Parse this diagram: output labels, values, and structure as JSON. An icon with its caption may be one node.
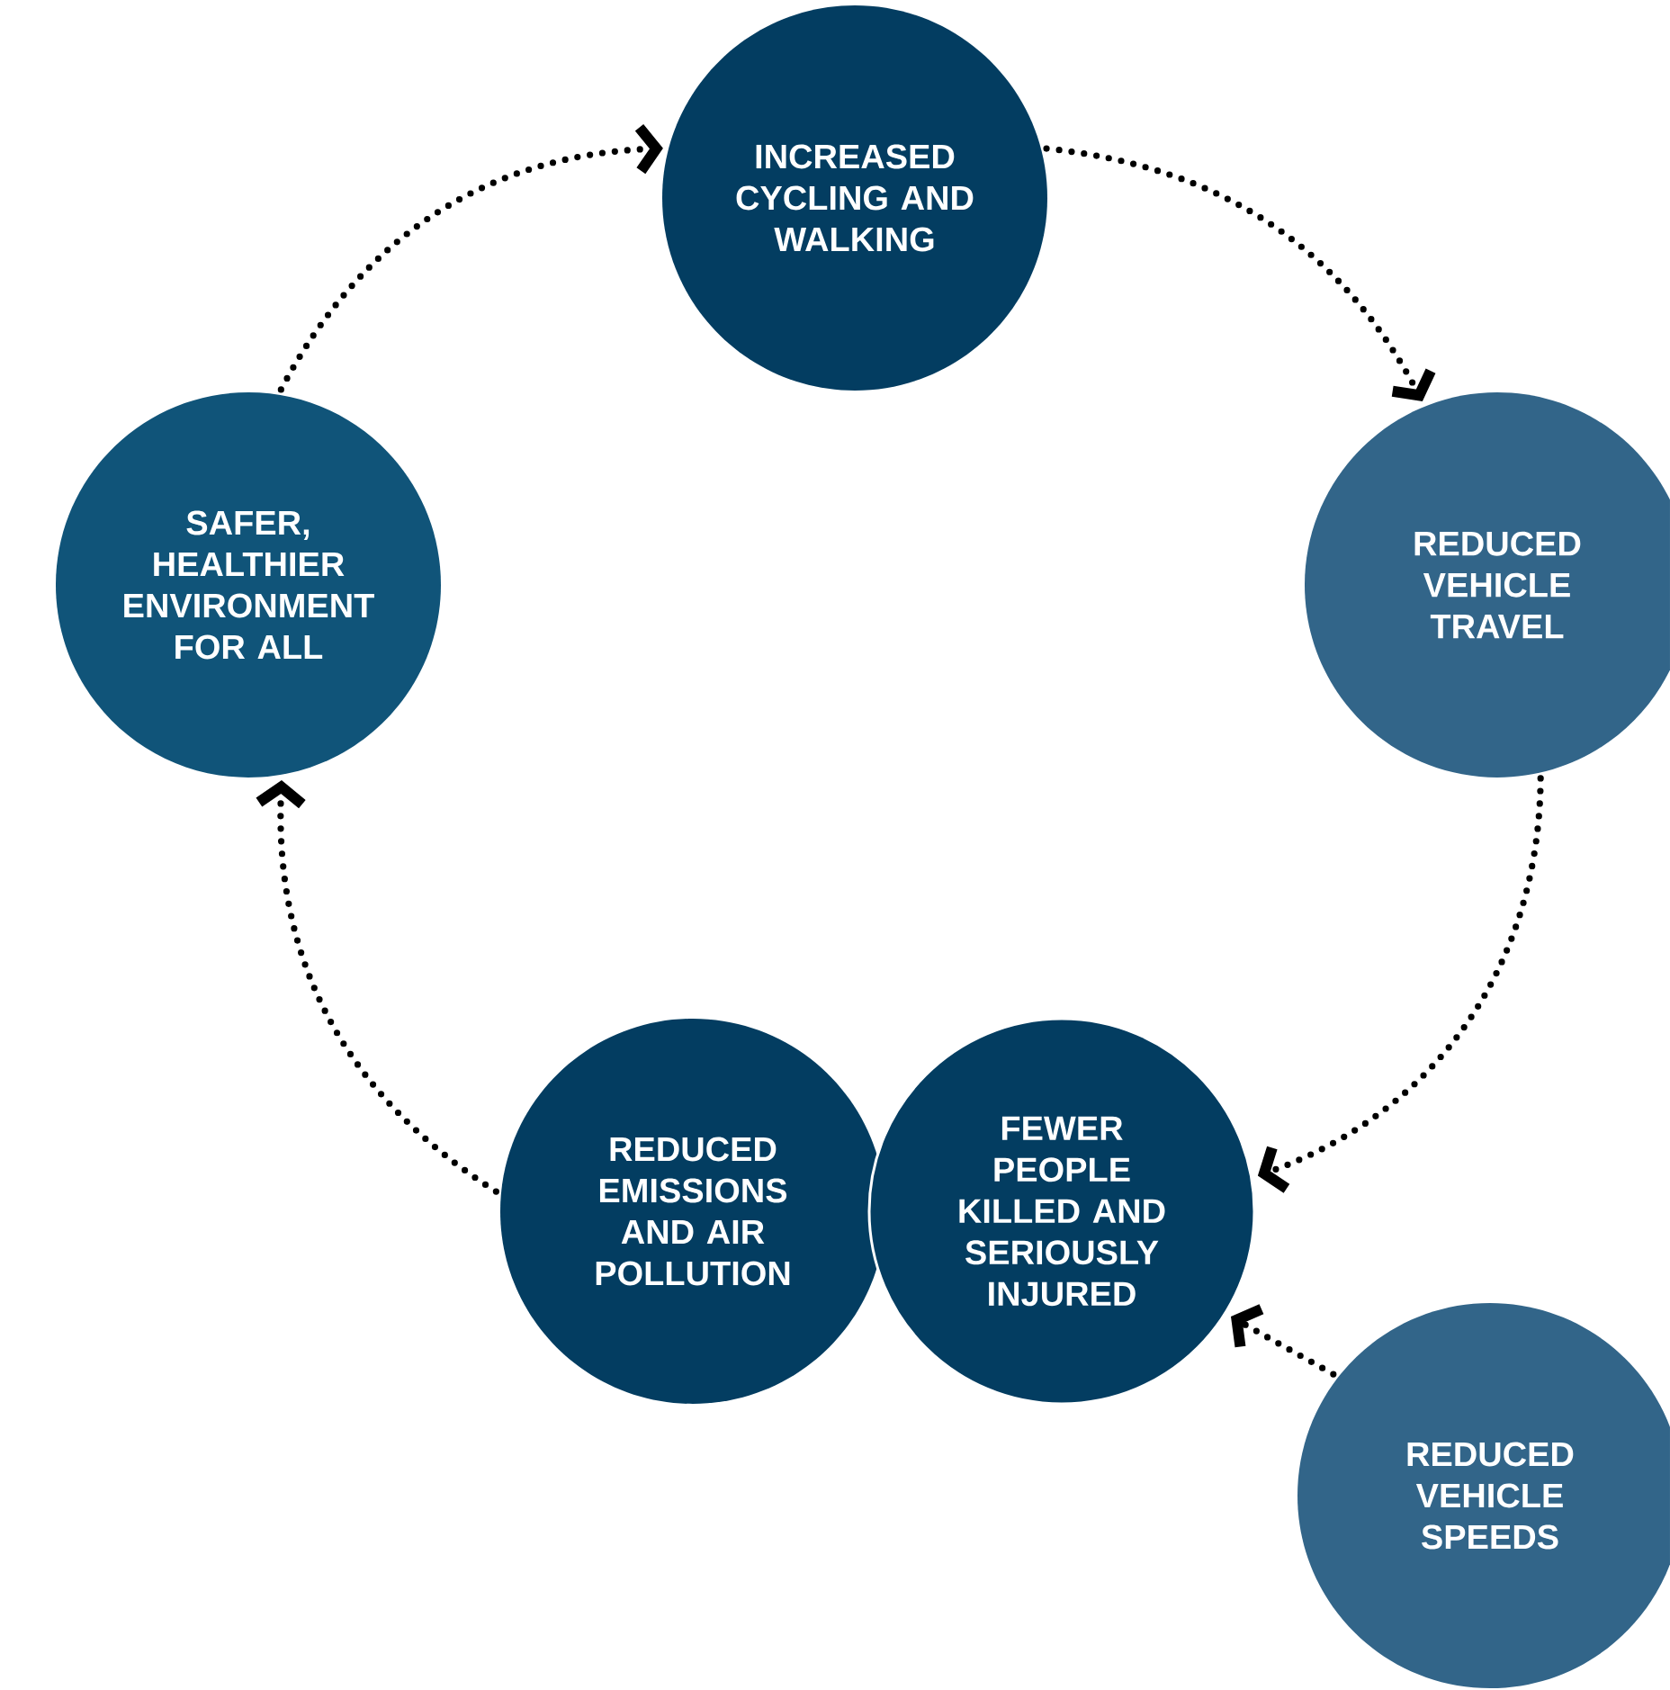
{
  "diagram": {
    "nodes": [
      {
        "text": [
          "INCREASED CYCLING AND WALKING"
        ]
      },
      {
        "text": [
          "REDUCED VEHICLE TRAVEL"
        ]
      },
      {
        "text": [
          "SAFER, HEALTHIER ENVIRONMENT FOR ALL"
        ]
      },
      {
        "text": [
          "REDUCED EMISSIONS AND AIR POLLUTION"
        ]
      },
      {
        "text": [
          "FEWER PEOPLE KILLED AND SERIOUSLY INJURED"
        ]
      },
      {
        "text": [
          "REDUCED VEHICLE SPEEDS"
        ]
      }
    ],
    "edges": [
      {
        "from": 0,
        "to": 1,
        "arrow": "to"
      },
      {
        "from": 1,
        "to": 4,
        "arrow": "to"
      },
      {
        "from": 3,
        "to": 2,
        "arrow": "to"
      },
      {
        "from": 2,
        "to": 0,
        "arrow": "to"
      },
      {
        "from": 5,
        "to": 4,
        "arrow": "to"
      }
    ]
  }
}
